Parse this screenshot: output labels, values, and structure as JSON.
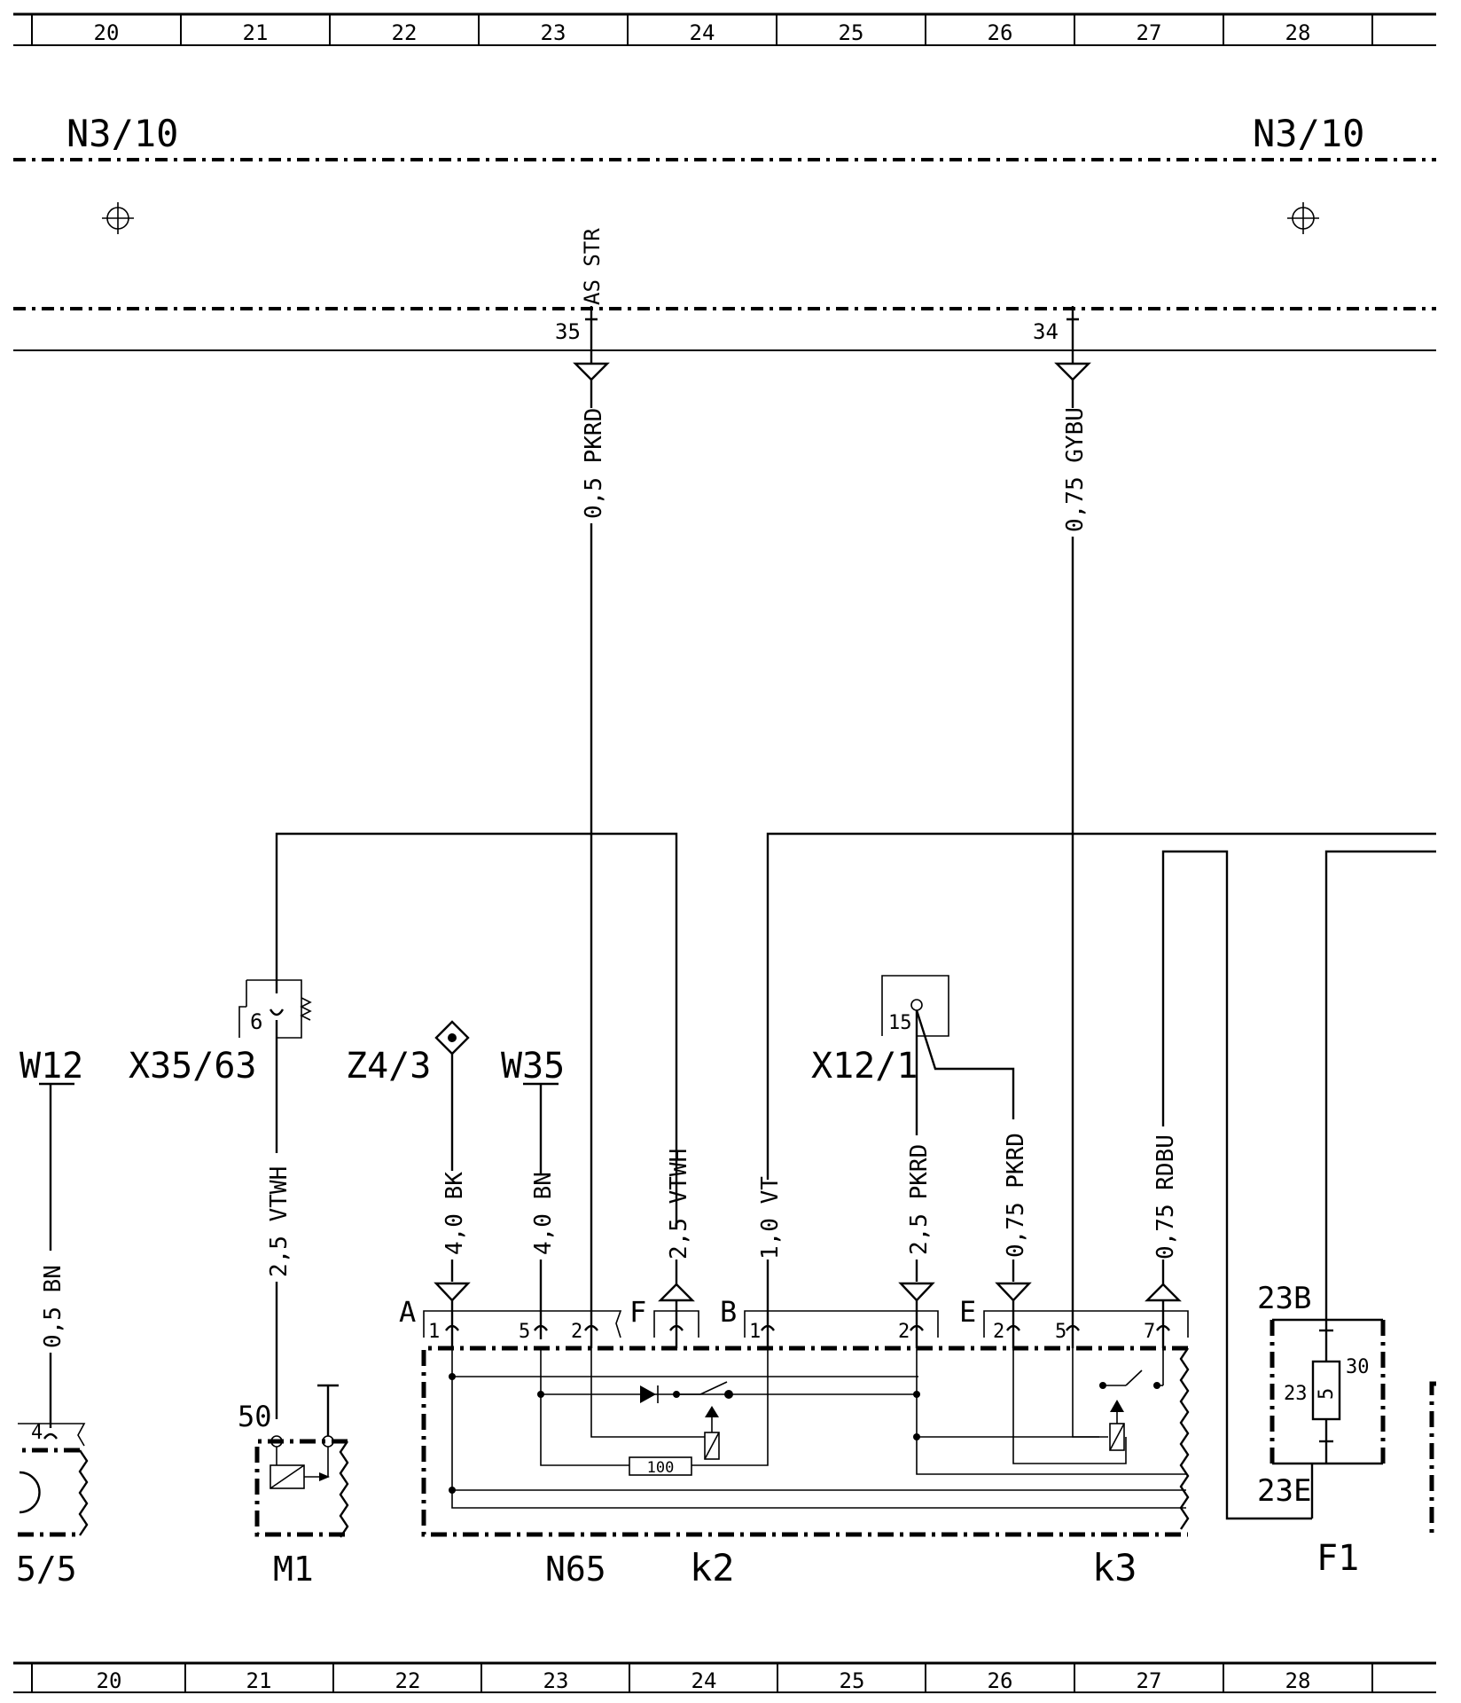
{
  "grid": {
    "top": [
      "20",
      "21",
      "22",
      "23",
      "24",
      "25",
      "26",
      "27",
      "28"
    ],
    "bottom": [
      "20",
      "21",
      "22",
      "23",
      "24",
      "25",
      "26",
      "27",
      "28"
    ]
  },
  "bus": {
    "label_left": "N3/10",
    "label_right": "N3/10",
    "signal_label": "AS STR",
    "pin_left": "35",
    "pin_right": "34"
  },
  "wires": {
    "w_n3_35": "0,5 PKRD",
    "w_n3_34": "0,75 GYBU",
    "w_w12": "0,5 BN",
    "w_x35": "2,5 VTWH",
    "w_z4": "4,0 BK",
    "w_w35": "4,0 BN",
    "w_f": "2,5 VTWH",
    "w_b": "1,0 VT",
    "w_x12a": "2,5 PKRD",
    "w_x12b": "0,75 PKRD",
    "w_rdbu": "0,75 RDBU"
  },
  "components": {
    "w12": "W12",
    "x35": "X35/63",
    "z4": "Z4/3",
    "w35": "W35",
    "x12": "X12/1",
    "n65": "N65",
    "k2": "k2",
    "k3": "k3",
    "f1": "F1",
    "m1": "M1",
    "left_partial": "5/5",
    "f1_top": "23B",
    "f1_bottom": "23E"
  },
  "pins": {
    "x35_pin": "6",
    "x12_pin": "15",
    "m1_pin": "50",
    "left_pin": "4",
    "plugA": "A",
    "plugF": "F",
    "plugB": "B",
    "plugE": "E",
    "a1": "1",
    "a5": "5",
    "a2": "2",
    "b1": "1",
    "b2": "2",
    "e2": "2",
    "e5": "5",
    "e7": "7",
    "f1_left": "23",
    "f1_center": "5",
    "f1_right": "30"
  },
  "resistor": "100"
}
